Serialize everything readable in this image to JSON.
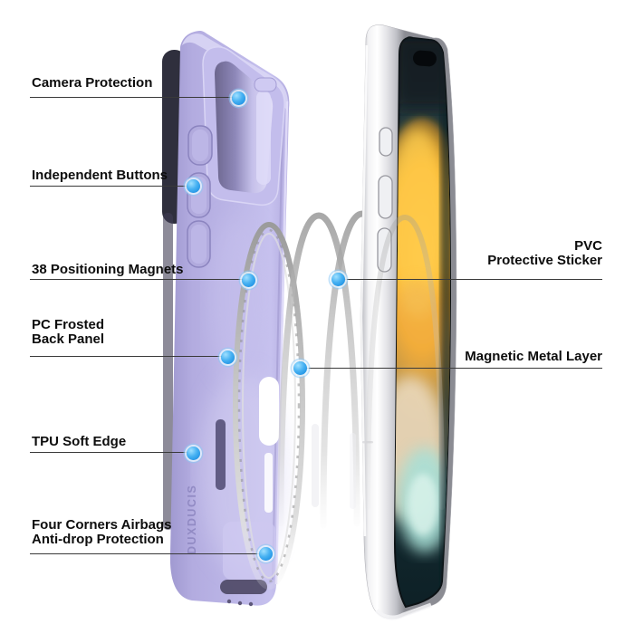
{
  "colors": {
    "accent_blue": "#2D9CEE",
    "leader_line": "#3a3a3a",
    "label_text": "#0d0d0d",
    "case_lavender": "#b6afe2",
    "phone_frame_silver": "#ececef",
    "screen_orange": "#f9a91c",
    "screen_teal": "#1c3339",
    "ring_gray": "#bdbdbd"
  },
  "illustration": {
    "case_brand_text": "DUXDUCIS",
    "case_description": "purple magsafe phone case back view",
    "phone_description": "phone side view with gradient wallpaper"
  },
  "callouts": {
    "left": [
      {
        "id": "camera-protection",
        "text": "Camera Protection"
      },
      {
        "id": "independent-buttons",
        "text": "Independent Buttons"
      },
      {
        "id": "positioning-magnets",
        "text": "38 Positioning Magnets"
      },
      {
        "id": "pc-frosted-back-panel",
        "text": "PC Frosted\nBack Panel"
      },
      {
        "id": "tpu-soft-edge",
        "text": "TPU Soft Edge"
      },
      {
        "id": "four-corners-airbags",
        "text": "Four Corners Airbags\nAnti-drop Protection"
      }
    ],
    "right": [
      {
        "id": "pvc-protective-sticker",
        "text": "PVC\nProtective Sticker"
      },
      {
        "id": "magnetic-metal-layer",
        "text": "Magnetic Metal Layer"
      }
    ]
  }
}
